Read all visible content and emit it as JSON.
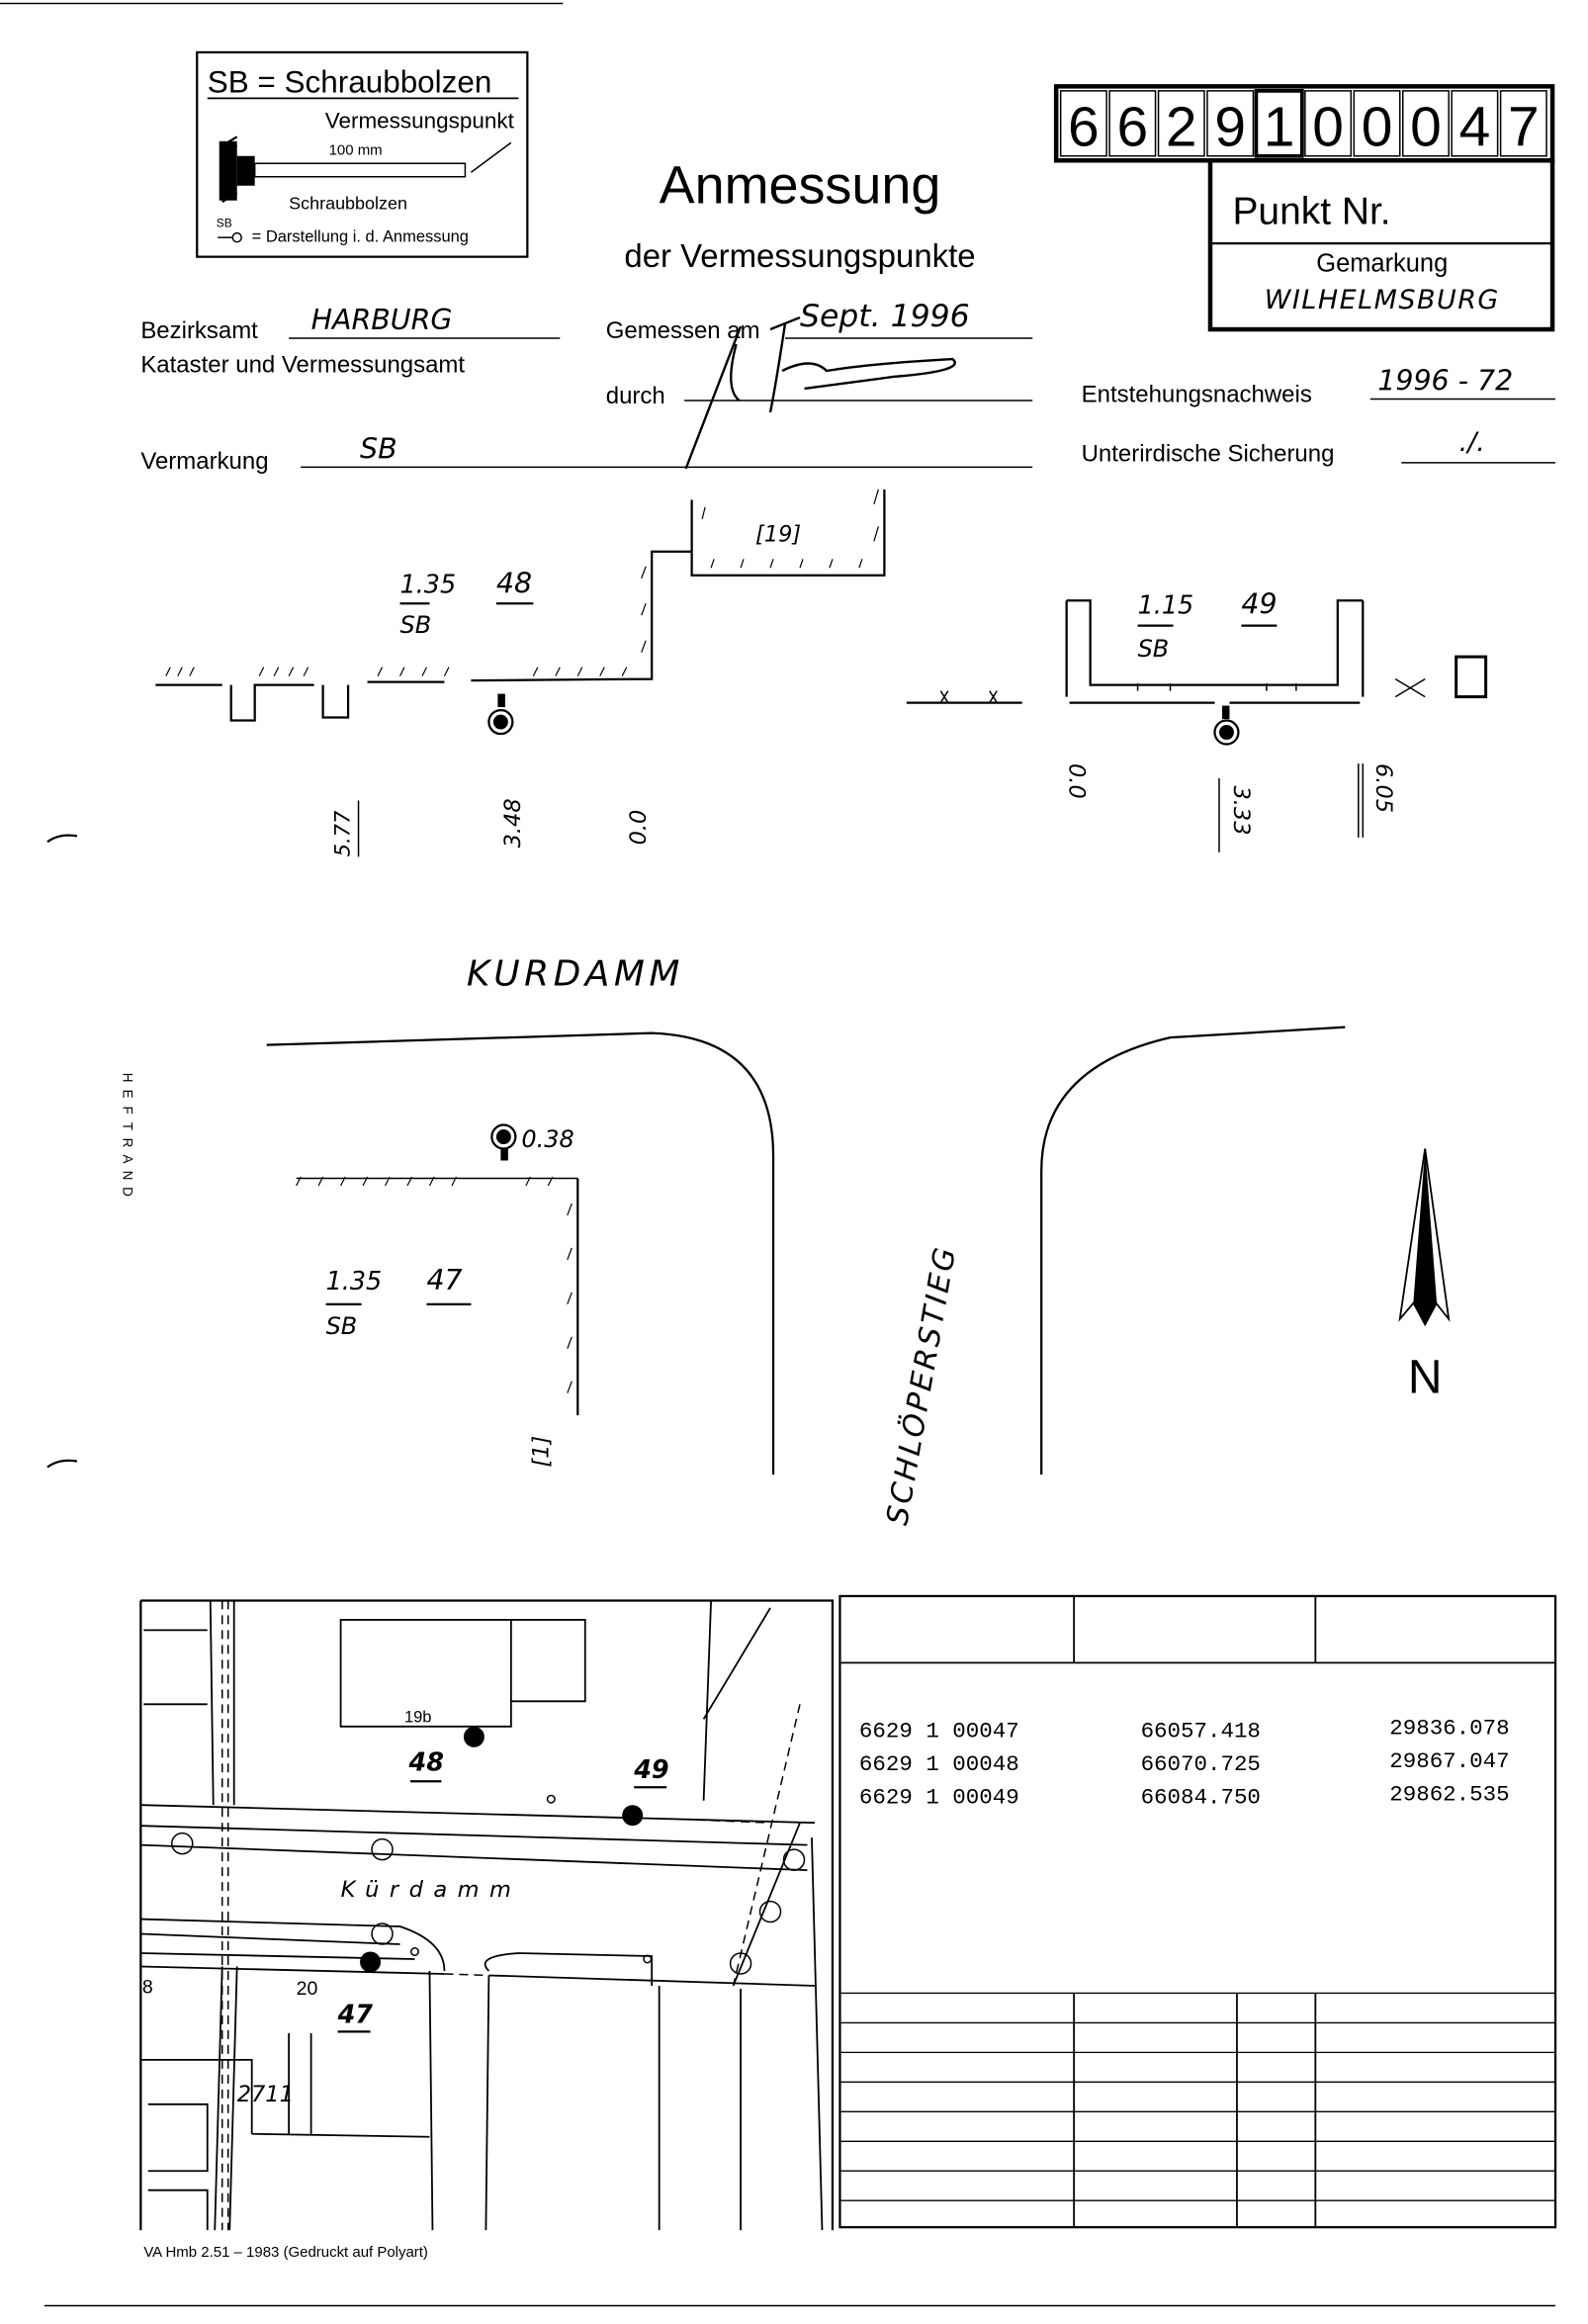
{
  "legend": {
    "title": "SB = Schraubbolzen",
    "vermessungspunkt": "Vermessungspunkt",
    "dimension": "100 mm",
    "bolt": "Schraubbolzen",
    "symbol_abbr": "SB",
    "symbol_desc": "= Darstellung i. d. Anmessung"
  },
  "header": {
    "title": "Anmessung",
    "subtitle": "der Vermessungspunkte",
    "point_number_digits": [
      "6",
      "6",
      "2",
      "9",
      "1",
      "0",
      "0",
      "0",
      "4",
      "7"
    ],
    "point_label": "Punkt Nr.",
    "gemarkung_label": "Gemarkung",
    "gemarkung_value": "WILHELMSBURG"
  },
  "form": {
    "bezirksamt_label": "Bezirksamt",
    "bezirksamt_value": "HARBURG",
    "kataster_label": "Kataster und Vermessungsamt",
    "gemessen_label": "Gemessen am",
    "gemessen_value": "Sept. 1996",
    "durch_label": "durch",
    "entstehung_label": "Entstehungsnachweis",
    "entstehung_value": "1996 - 72",
    "vermarkung_label": "Vermarkung",
    "vermarkung_value": "SB",
    "sicherung_label": "Unterirdische Sicherung",
    "sicherung_value": "./."
  },
  "sketch": {
    "p48": {
      "height": "1.35",
      "number": "48",
      "type": "SB",
      "house": "[19]",
      "measures": [
        "5.77",
        "3.48",
        "0.0"
      ]
    },
    "p49": {
      "height": "1.15",
      "number": "49",
      "type": "SB",
      "measures": [
        "0.0",
        "3.33",
        "6.05"
      ]
    },
    "street_top": "KURDAMM",
    "p47": {
      "offset": "0.38",
      "height": "1.35",
      "number": "47",
      "type": "SB",
      "house": "[1]"
    },
    "street_side": "SCHLÖPERSTIEG",
    "north": "N",
    "margin_label": "HEFTRAND"
  },
  "map": {
    "building": "19b",
    "labels": [
      "48",
      "49",
      "47"
    ],
    "street": "Kürdamm",
    "house_20": "20",
    "house_8": "8",
    "parcel": "2711"
  },
  "coordinates": {
    "rows": [
      {
        "point": "6629 1 00047",
        "x": "66057.418",
        "y": "29836.078"
      },
      {
        "point": "6629 1 00048",
        "x": "66070.725",
        "y": "29867.047"
      },
      {
        "point": "6629 1 00049",
        "x": "66084.750",
        "y": "29862.535"
      }
    ]
  },
  "footer": "VA Hmb 2.51 – 1983 (Gedruckt auf Polyart)"
}
